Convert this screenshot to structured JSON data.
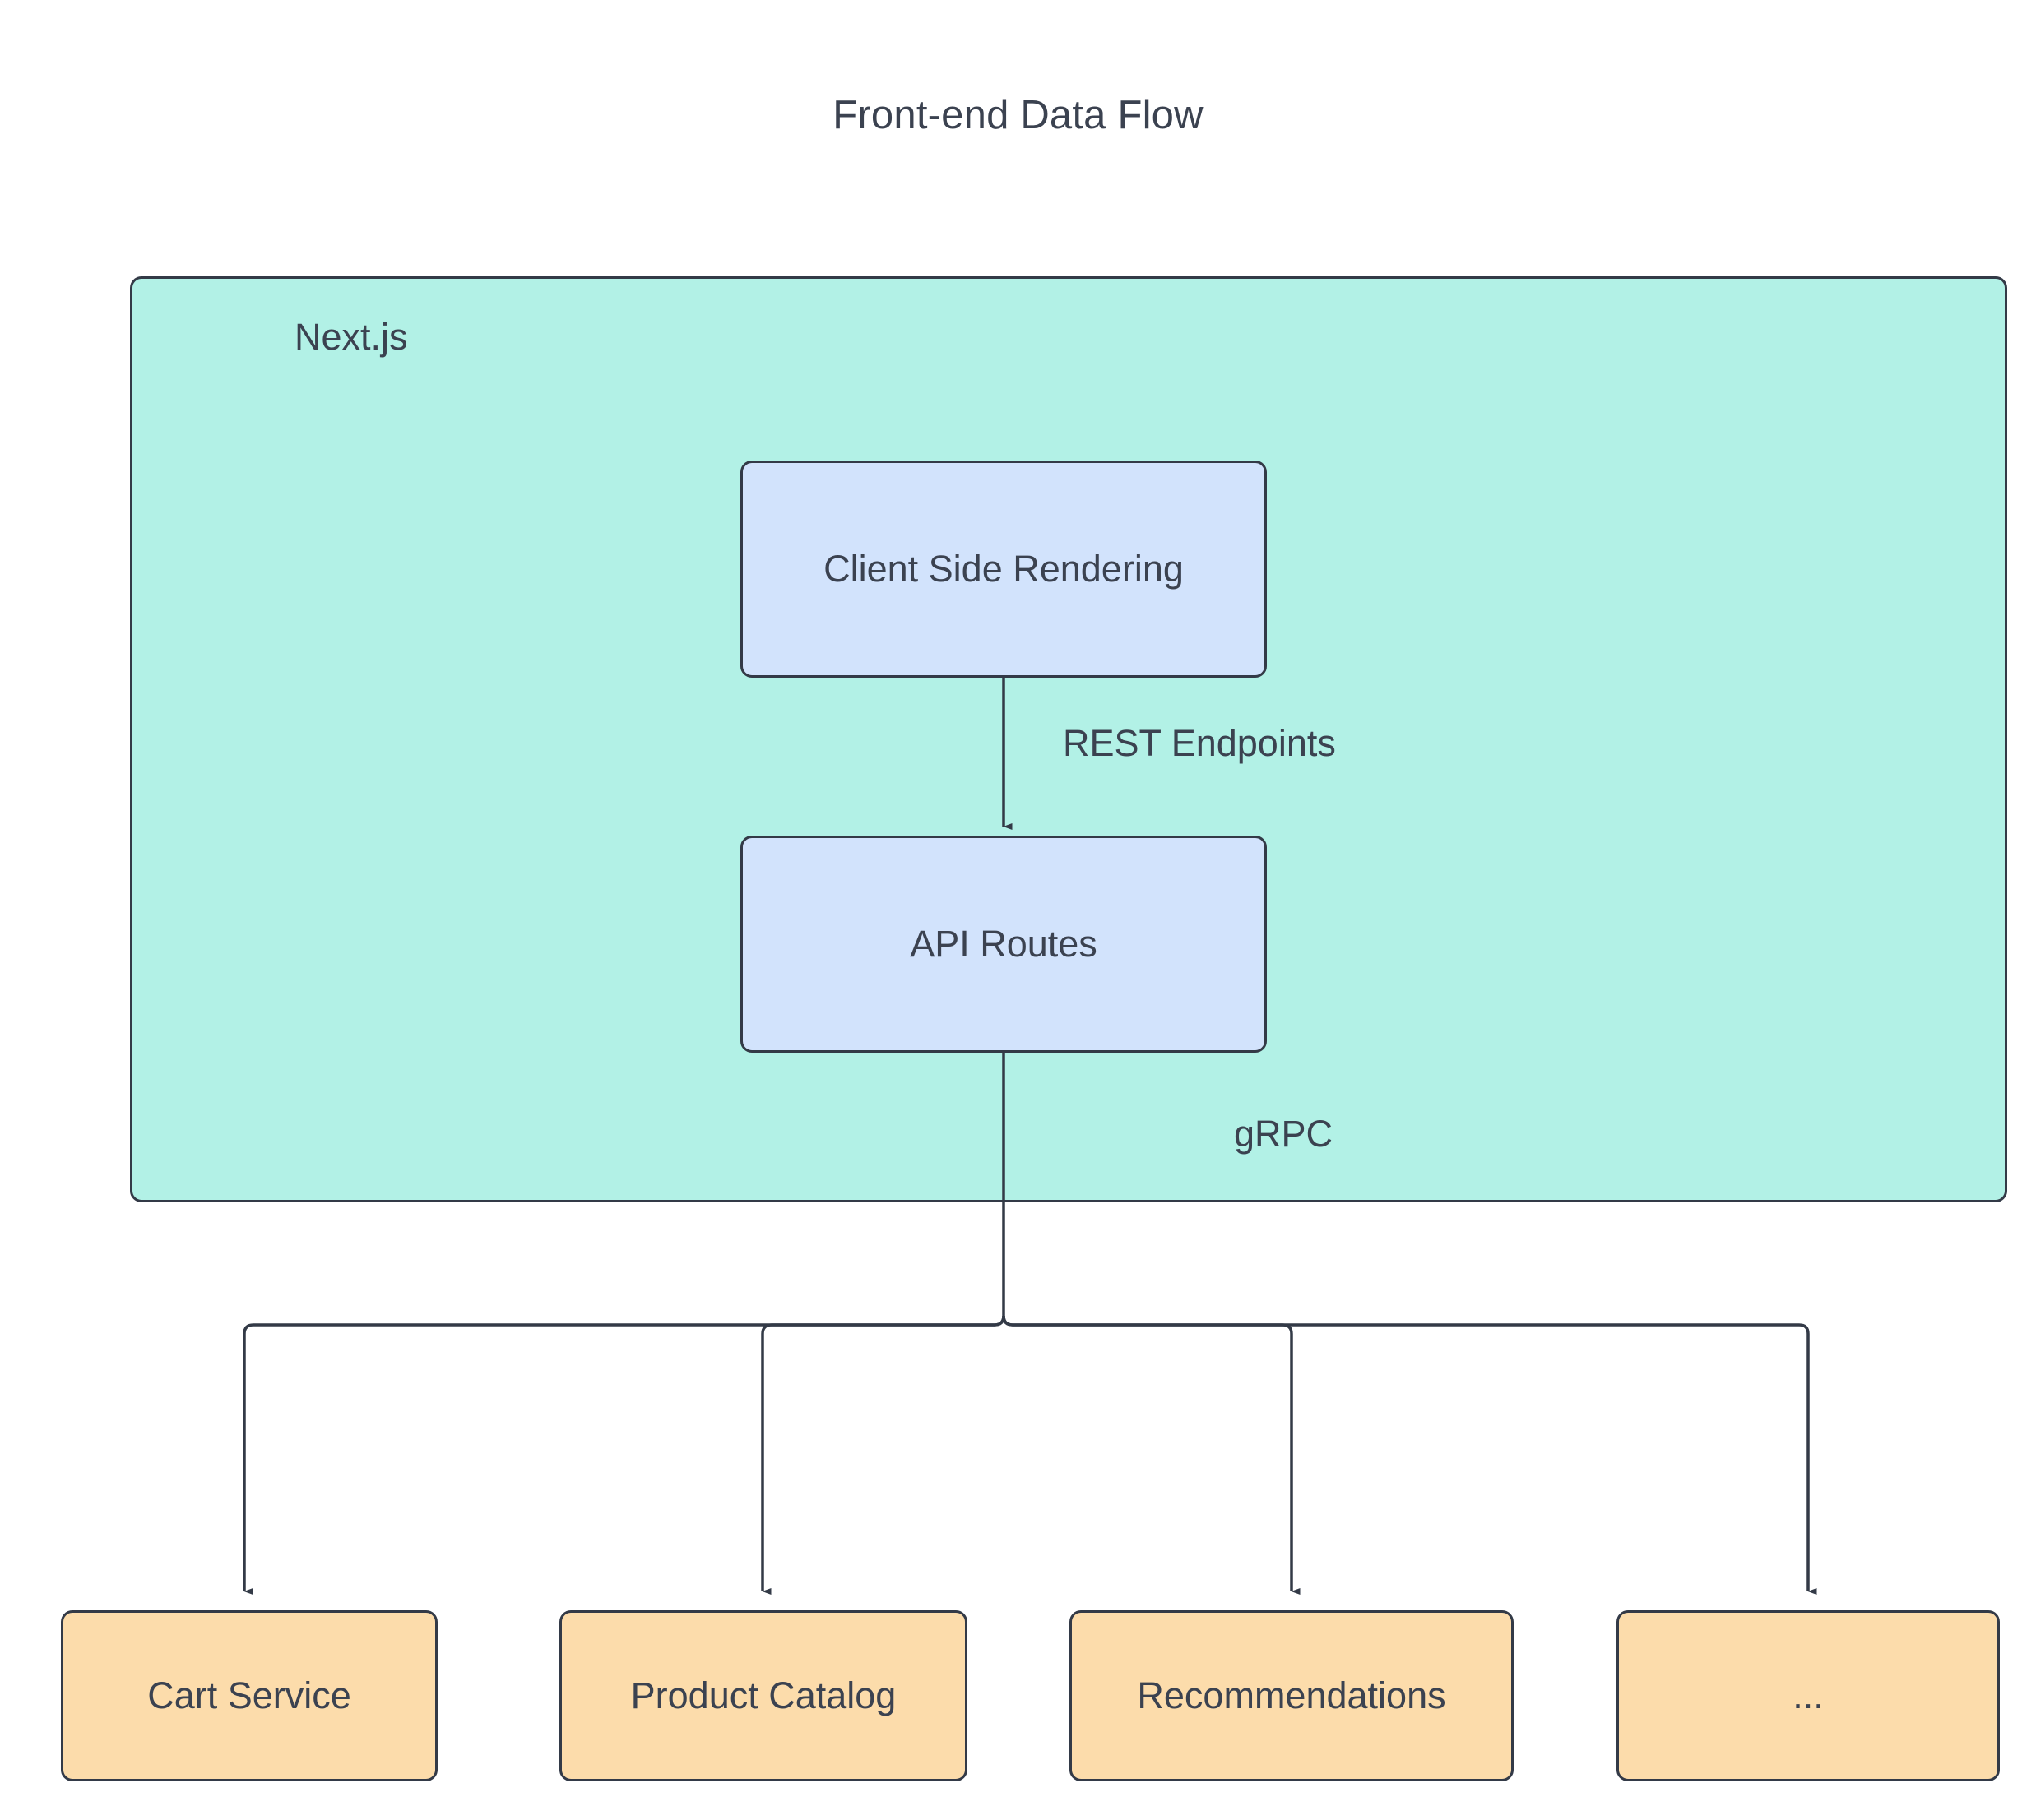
{
  "diagram": {
    "title": "Front-end Data Flow",
    "type": "flowchart",
    "direction": "top-down",
    "background": "#ffffff",
    "text_color": "#3b4250",
    "border_color": "#333a47",
    "subgraph": {
      "label": "Next.js",
      "fill": "#b2f1e6"
    },
    "nodes": [
      {
        "id": "csr",
        "label": "Client Side Rendering",
        "group": "Next.js",
        "fill": "#d2e3fc"
      },
      {
        "id": "api",
        "label": "API Routes",
        "group": "Next.js",
        "fill": "#d2e3fc"
      },
      {
        "id": "cart",
        "label": "Cart Service",
        "group": "services",
        "fill": "#fcdcab"
      },
      {
        "id": "catalog",
        "label": "Product Catalog",
        "group": "services",
        "fill": "#fcdcab"
      },
      {
        "id": "recommend",
        "label": "Recommendations",
        "group": "services",
        "fill": "#fcdcab"
      },
      {
        "id": "more",
        "label": "...",
        "group": "services",
        "fill": "#fcdcab"
      }
    ],
    "edges": [
      {
        "from": "csr",
        "to": "api",
        "label": "REST Endpoints"
      },
      {
        "from": "api",
        "to": "cart",
        "label": "gRPC"
      },
      {
        "from": "api",
        "to": "catalog",
        "label": ""
      },
      {
        "from": "api",
        "to": "recommend",
        "label": ""
      },
      {
        "from": "api",
        "to": "more",
        "label": ""
      }
    ],
    "edge_labels": {
      "rest": "REST Endpoints",
      "grpc": "gRPC"
    }
  }
}
